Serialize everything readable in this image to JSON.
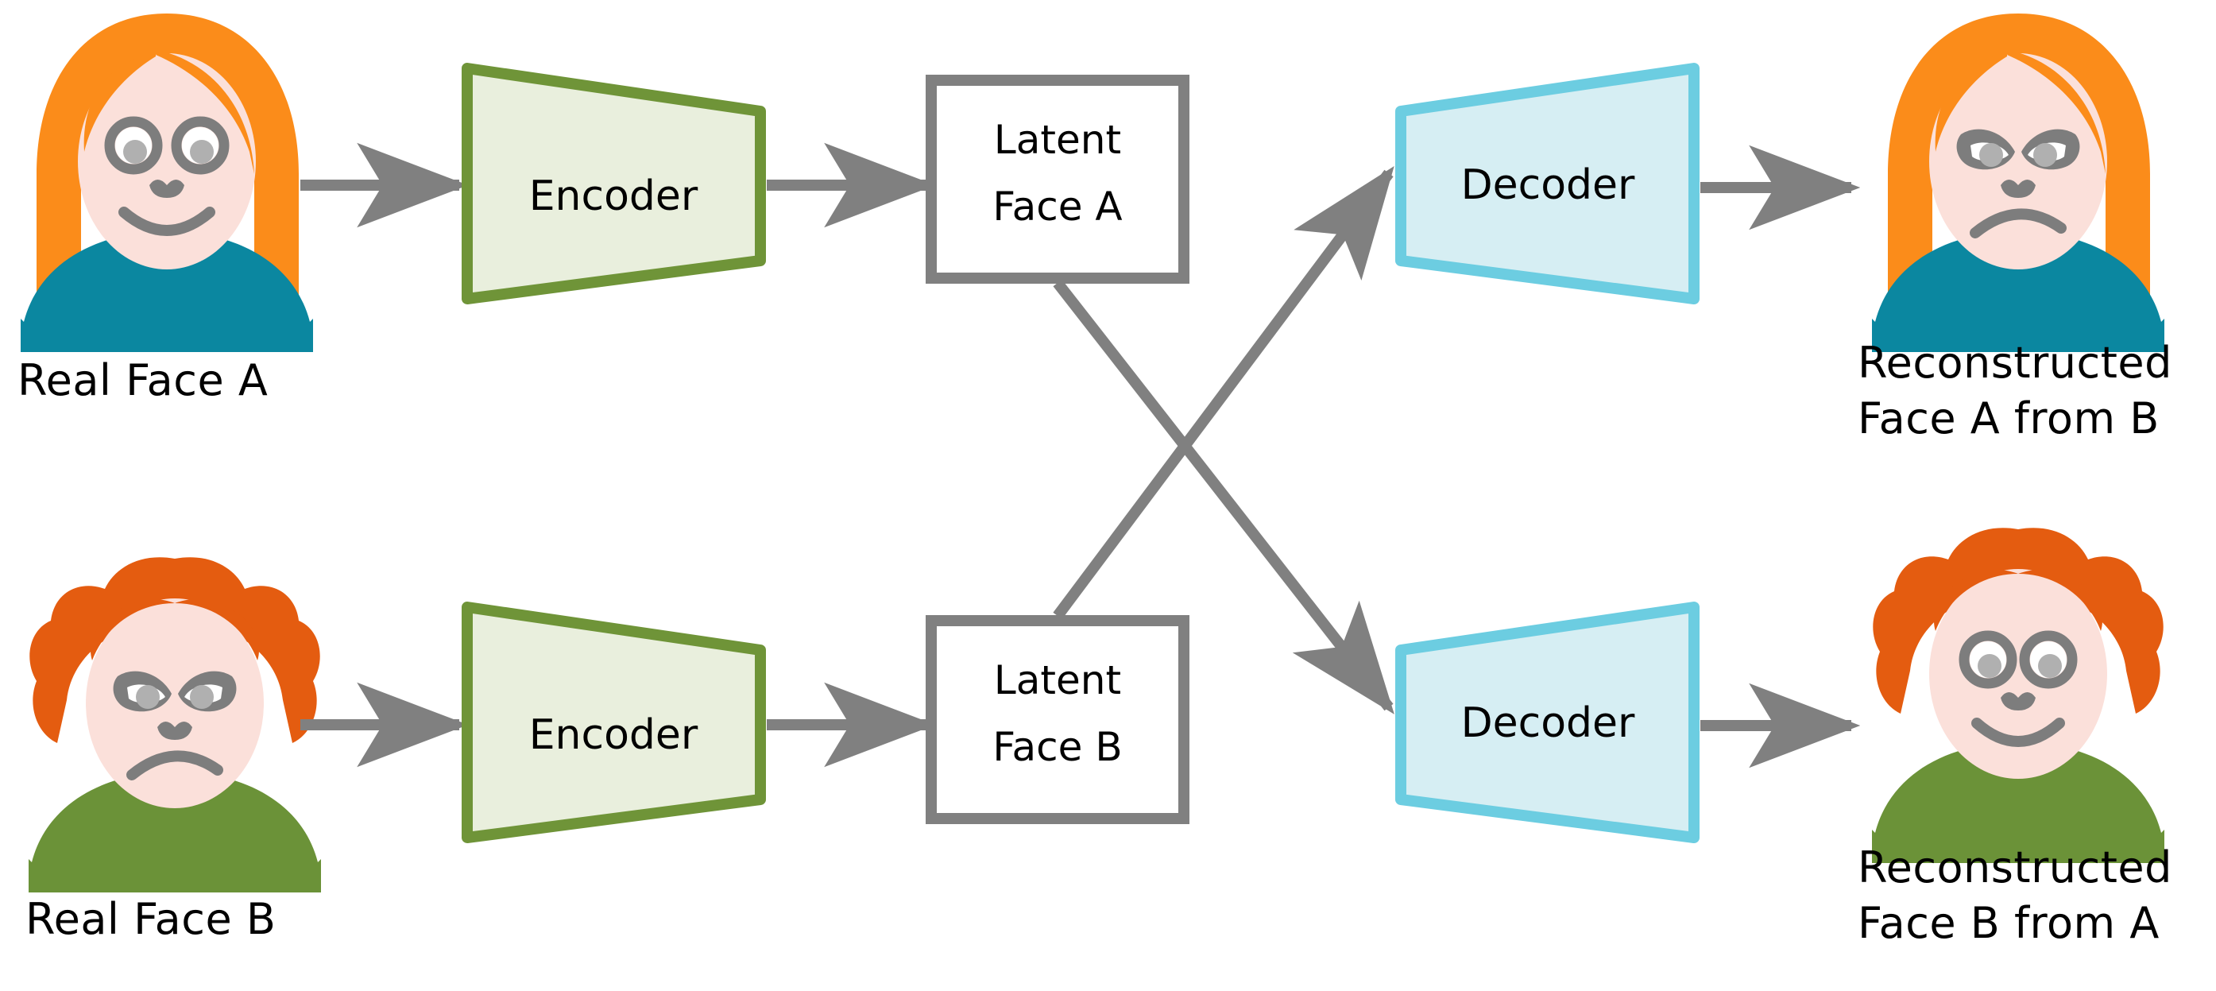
{
  "diagram": {
    "title": "Face swap autoencoder architecture",
    "colors": {
      "arrow_gray": "#808080",
      "encoder_border": "#6f9438",
      "encoder_fill": "#e9efdd",
      "decoder_border": "#6ccde1",
      "decoder_fill": "#d6eef3",
      "latent_border": "#808080",
      "latent_fill": "#ffffff",
      "skin": "#fbe0da",
      "hair_female": "#fb8c1a",
      "hair_male": "#e45c10",
      "shirt_teal": "#0b87a0",
      "shirt_green": "#6b9238",
      "feature_gray": "#7d7d7d",
      "eye_white": "#ffffff",
      "iris_gray": "#b0b0b0"
    },
    "rows": [
      {
        "id": "row-a",
        "input_label": "Real Face A",
        "encoder_label": "Encoder",
        "latent_label_line1": "Latent",
        "latent_label_line2": "Face A",
        "decoder_label": "Decoder",
        "output_label_line1": "Reconstructed",
        "output_label_line2": "Face A from B"
      },
      {
        "id": "row-b",
        "input_label": "Real Face B",
        "encoder_label": "Encoder",
        "latent_label_line1": "Latent",
        "latent_label_line2": "Face B",
        "decoder_label": "Decoder",
        "output_label_line1": "Reconstructed",
        "output_label_line2": "Face B from A"
      }
    ],
    "faces": {
      "real_a": {
        "name": "Real Face A",
        "hair": "long-orange",
        "expression": "smiling",
        "shirt": "teal"
      },
      "real_b": {
        "name": "Real Face B",
        "hair": "curly-orange",
        "expression": "angry",
        "shirt": "green"
      },
      "recon_a": {
        "name": "Reconstructed Face A from B",
        "hair": "long-orange",
        "expression": "angry",
        "shirt": "teal"
      },
      "recon_b": {
        "name": "Reconstructed Face B from A",
        "hair": "curly-orange",
        "expression": "smiling",
        "shirt": "green"
      }
    },
    "connections": [
      {
        "from": "real-face-a",
        "to": "encoder-a",
        "kind": "straight-arrow"
      },
      {
        "from": "encoder-a",
        "to": "latent-face-a",
        "kind": "straight-arrow"
      },
      {
        "from": "latent-face-a",
        "to": "decoder-b",
        "kind": "cross-arrow-down"
      },
      {
        "from": "real-face-b",
        "to": "encoder-b",
        "kind": "straight-arrow"
      },
      {
        "from": "encoder-b",
        "to": "latent-face-b",
        "kind": "straight-arrow"
      },
      {
        "from": "latent-face-b",
        "to": "decoder-a",
        "kind": "cross-arrow-up"
      },
      {
        "from": "decoder-a",
        "to": "recon-face-a",
        "kind": "straight-arrow"
      },
      {
        "from": "decoder-b",
        "to": "recon-face-b",
        "kind": "straight-arrow"
      }
    ]
  }
}
